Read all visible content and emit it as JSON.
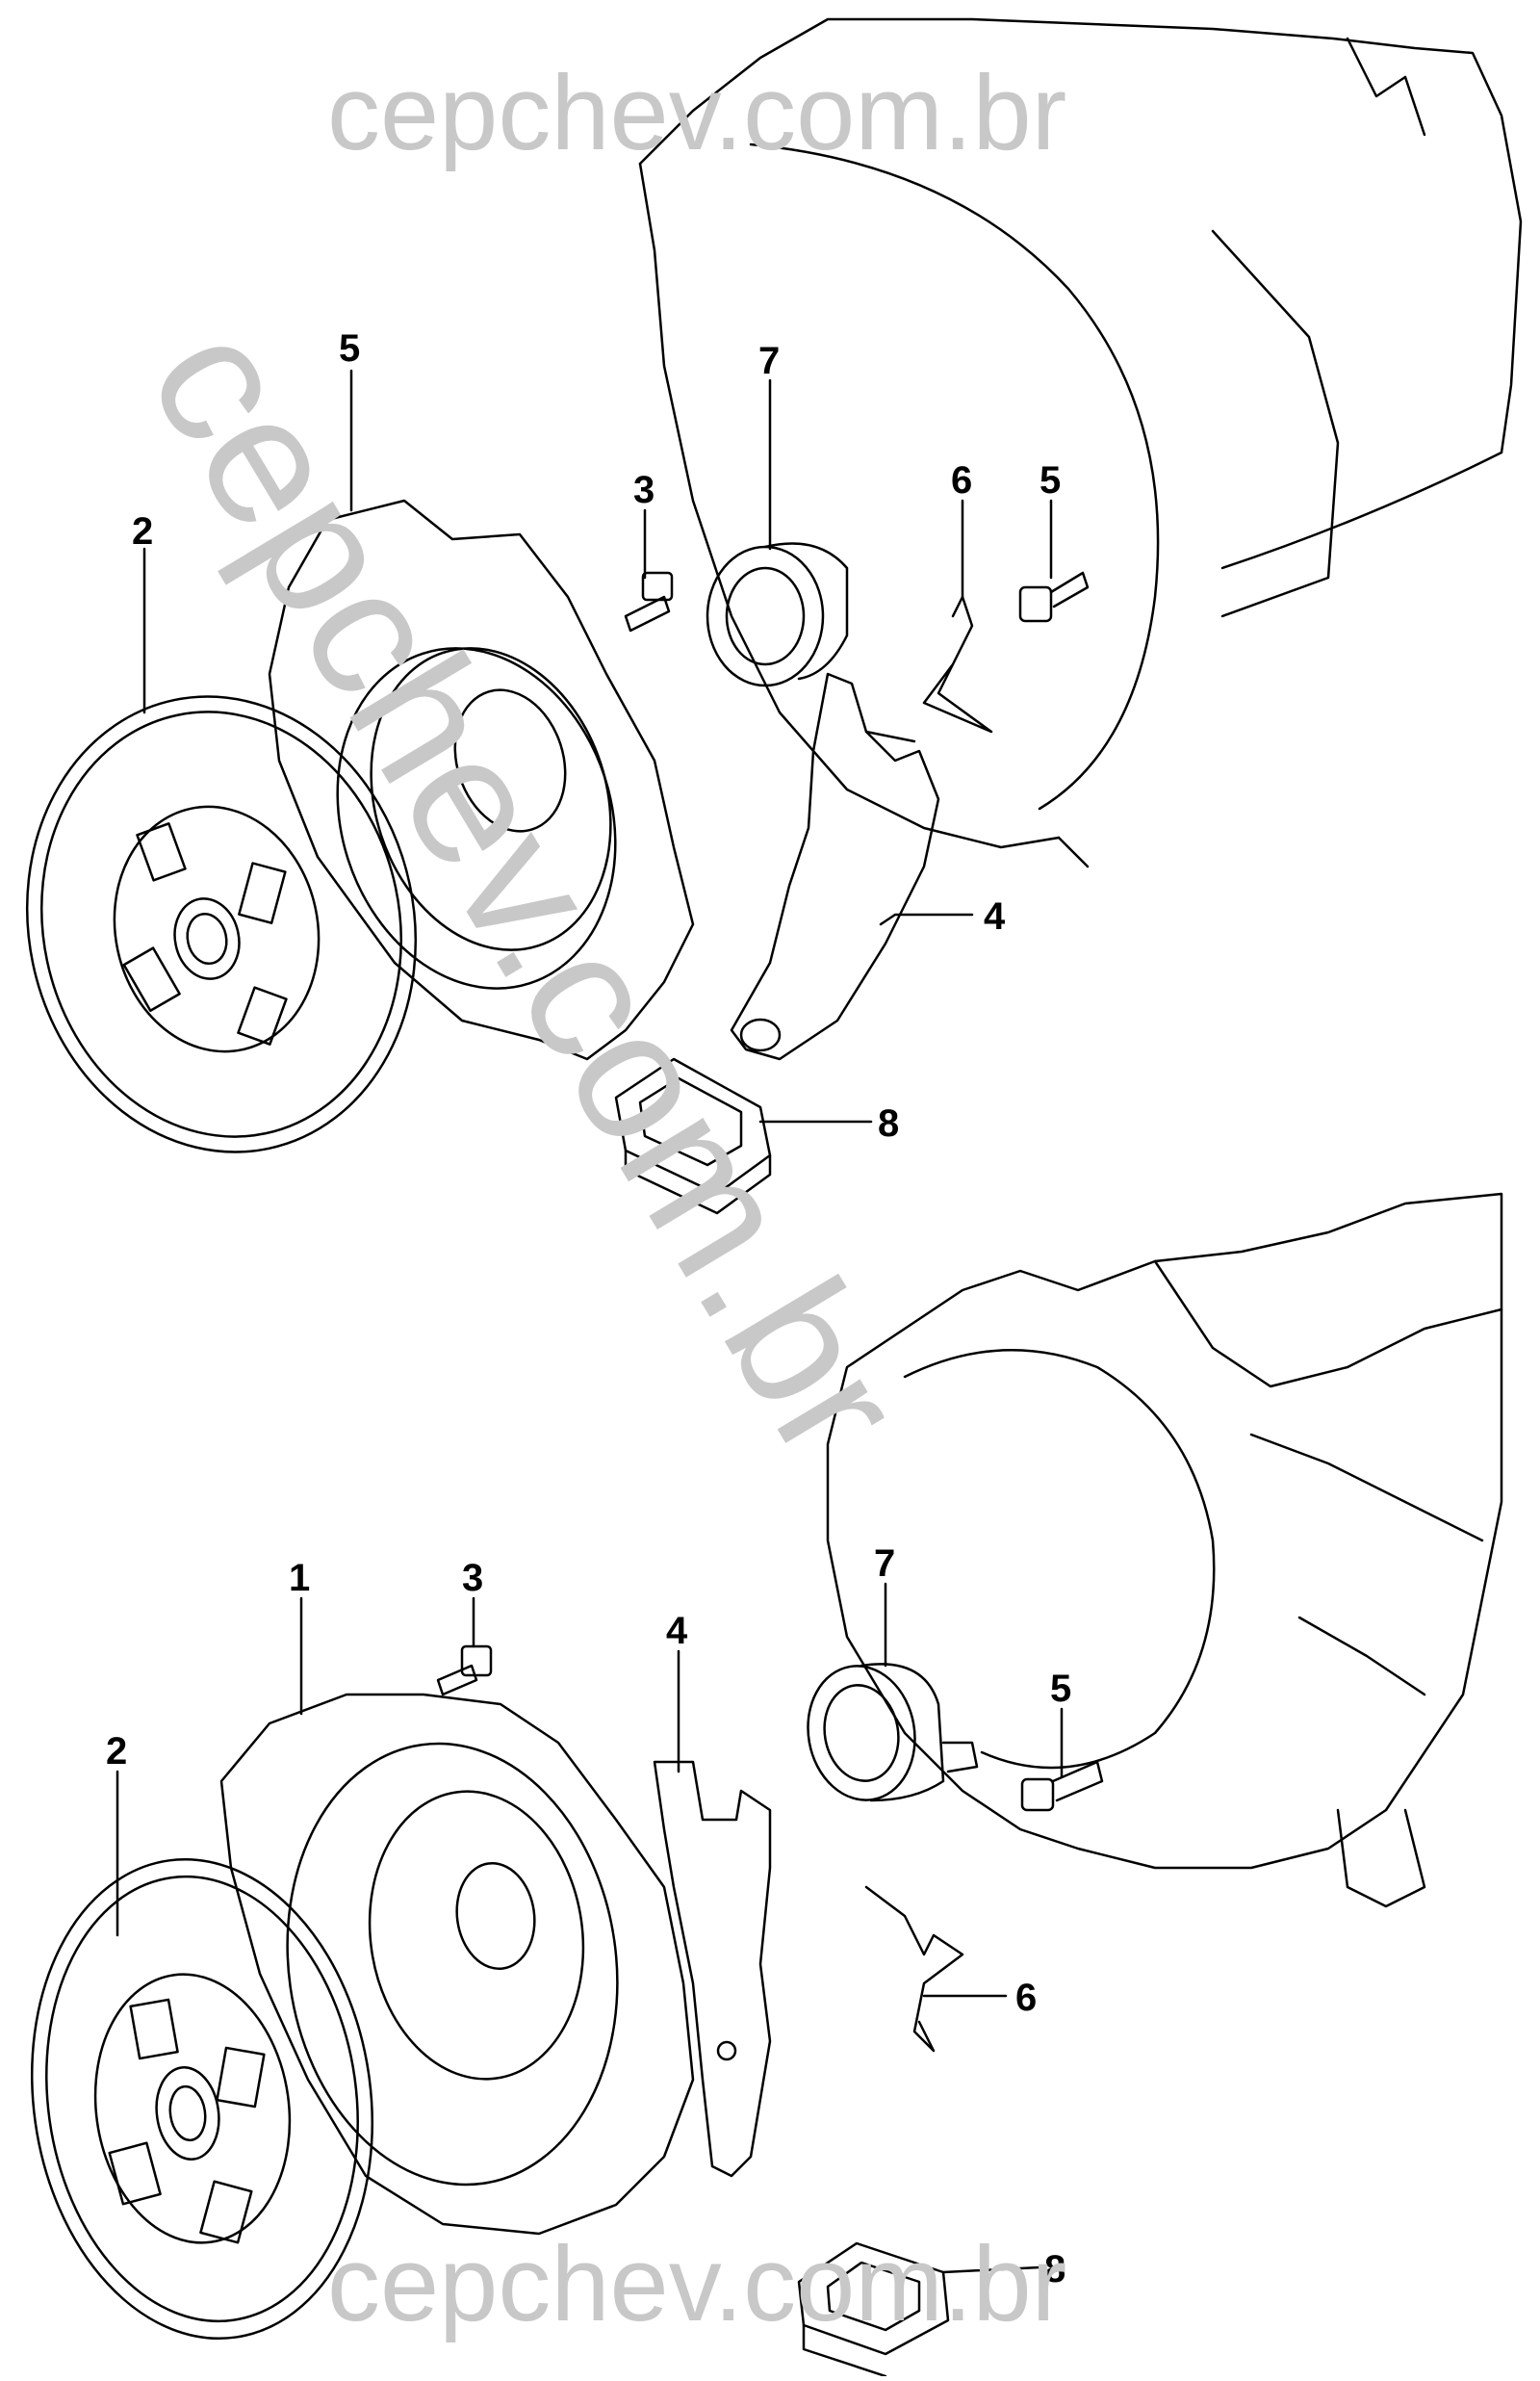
{
  "watermark": {
    "top": "cepchev.com.br",
    "diagonal": "cepchev.com.br",
    "bottom": "cepchev.com.br"
  },
  "colors": {
    "line": "#000000",
    "watermark": "#c8c8c8",
    "background": "#ffffff"
  },
  "upper_view": {
    "callouts": {
      "friction_disc": "2",
      "pressure_plate": "5",
      "bolt": "3",
      "release_bearing": "7",
      "retainer_clip": "6",
      "pivot_stud": "5",
      "release_fork": "4",
      "dust_boot": "8"
    }
  },
  "lower_view": {
    "callouts": {
      "pressure_plate": "1",
      "friction_disc": "2",
      "bolt": "3",
      "release_fork": "4",
      "release_bearing": "7",
      "pivot_stud": "5",
      "retainer_clip": "6",
      "dust_boot": "8"
    }
  }
}
